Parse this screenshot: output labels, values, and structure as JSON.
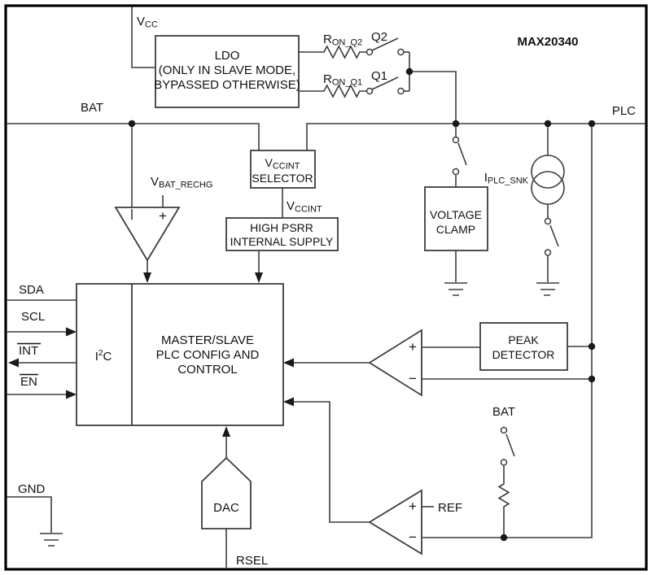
{
  "part_number": "MAX20340",
  "pins": {
    "vcc": {
      "base": "V",
      "sub": "CC"
    },
    "bat": "BAT",
    "plc": "PLC",
    "sda": "SDA",
    "scl": "SCL",
    "int": "INT",
    "en": "EN",
    "gnd": "GND",
    "rsel": "RSEL"
  },
  "blocks": {
    "ldo": {
      "line1": "LDO",
      "line2": "(ONLY IN SLAVE MODE,",
      "line3": "BYPASSED OTHERWISE)"
    },
    "vccint_selector": {
      "line1_base": "V",
      "line1_sub": "CCINT",
      "line2": "SELECTOR"
    },
    "high_psrr_supply": {
      "line1": "HIGH PSRR",
      "line2": "INTERNAL SUPPLY"
    },
    "voltage_clamp": {
      "line1": "VOLTAGE",
      "line2": "CLAMP"
    },
    "i2c": {
      "base": "I",
      "sup": "2",
      "tail": "C"
    },
    "master_slave": {
      "line1": "MASTER/SLAVE",
      "line2": "PLC CONFIG AND",
      "line3": "CONTROL"
    },
    "peak_detector": {
      "line1": "PEAK",
      "line2": "DETECTOR"
    },
    "dac": "DAC"
  },
  "signals": {
    "ron_q2": {
      "base": "R",
      "sub": "ON_Q2"
    },
    "q2": "Q2",
    "ron_q1": {
      "base": "R",
      "sub": "ON_Q1"
    },
    "q1": "Q1",
    "vbat_rechg": {
      "base": "V",
      "sub": "BAT_RECHG"
    },
    "vccint": {
      "base": "V",
      "sub": "CCINT"
    },
    "iplc_snk": {
      "base": "I",
      "sub": "PLC_SNK"
    },
    "ref": "REF",
    "bat_switch": "BAT",
    "plus": "+",
    "minus": "−"
  },
  "colors": {
    "background": "#ffffff",
    "border": "#000000",
    "wire": "#3d3d3d",
    "text": "#111111"
  }
}
